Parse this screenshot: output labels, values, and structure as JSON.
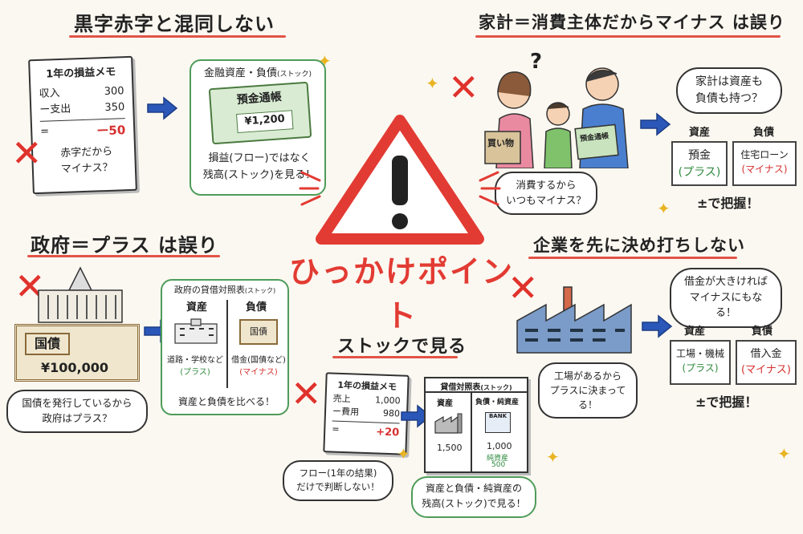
{
  "center": {
    "title": "ひっかけポイント"
  },
  "s1": {
    "heading": "黒字赤字と混同しない",
    "memo": {
      "title": "1年の損益メモ",
      "rows": [
        [
          "収入",
          "300"
        ],
        [
          "ー支出",
          "350"
        ]
      ],
      "eq": "=",
      "result": "ー50",
      "q": "赤字だから\nマイナス？"
    },
    "box_title": "金融資産・負債",
    "box_title_small": "(ストック)",
    "passbook": {
      "title": "預金通帳",
      "amount": "¥1,200"
    },
    "caption": "損益(フロー)ではなく\n残高(ストック)を見る！"
  },
  "s2": {
    "heading": "家計＝消費主体だからマイナス は誤り",
    "question_mark": "?",
    "bag": "買い物",
    "book": "預金通帳",
    "bubble": "消費するから\nいつもマイナス？",
    "cloud": "家計は資産も\n負債も持つ？",
    "asset_head": "資産",
    "liab_head": "負債",
    "asset": {
      "name": "預金",
      "tag": "(プラス)"
    },
    "liab": {
      "name": "住宅ローン",
      "tag": "(マイナス)"
    },
    "footer": "±で把握！"
  },
  "s3": {
    "heading": "政府＝プラス は誤り",
    "bond": {
      "title": "国債",
      "amount": "¥100,000"
    },
    "bubble": "国債を発行しているから\n政府はプラス？",
    "box_title": "政府の貸借対照表",
    "box_title_small": "(ストック)",
    "asset_head": "資産",
    "liab_head": "負債",
    "liab_icon": "国債",
    "asset_caption": "道路・学校など",
    "asset_tag": "(プラス)",
    "liab_caption": "借金(国債など)",
    "liab_tag": "(マイナス)",
    "footer": "資産と負債を比べる！"
  },
  "s4": {
    "heading": "ストックで見る",
    "memo": {
      "title": "1年の損益メモ",
      "rows": [
        [
          "売上",
          "1,000"
        ],
        [
          "ー費用",
          "980"
        ]
      ],
      "eq": "=",
      "result": "+20"
    },
    "bubble": "フロー(1年の結果)\nだけで判断しない！",
    "sheet": {
      "title": "貸借対照表",
      "title_small": "(ストック)",
      "left_head": "資産",
      "right_head": "負債・純資産",
      "bank": "BANK",
      "left_value": "1,500",
      "right_value": "1,000",
      "net_label": "純資産",
      "net_value": "500"
    },
    "caption": "資産と負債・純資産の\n残高(ストック)で見る！"
  },
  "s5": {
    "heading": "企業を先に決め打ちしない",
    "bubble": "工場があるから\nプラスに決まってる！",
    "cloud": "借金が大きければ\nマイナスにもなる！",
    "asset_head": "資産",
    "liab_head": "負債",
    "asset": {
      "name": "工場・機械",
      "tag": "(プラス)"
    },
    "liab": {
      "name": "借入金",
      "tag": "(マイナス)"
    },
    "footer": "±で把握！"
  },
  "colors": {
    "red": "#e0322c",
    "green": "#4e9c5a",
    "blue": "#2b57b8",
    "warning": "#e23b33"
  }
}
